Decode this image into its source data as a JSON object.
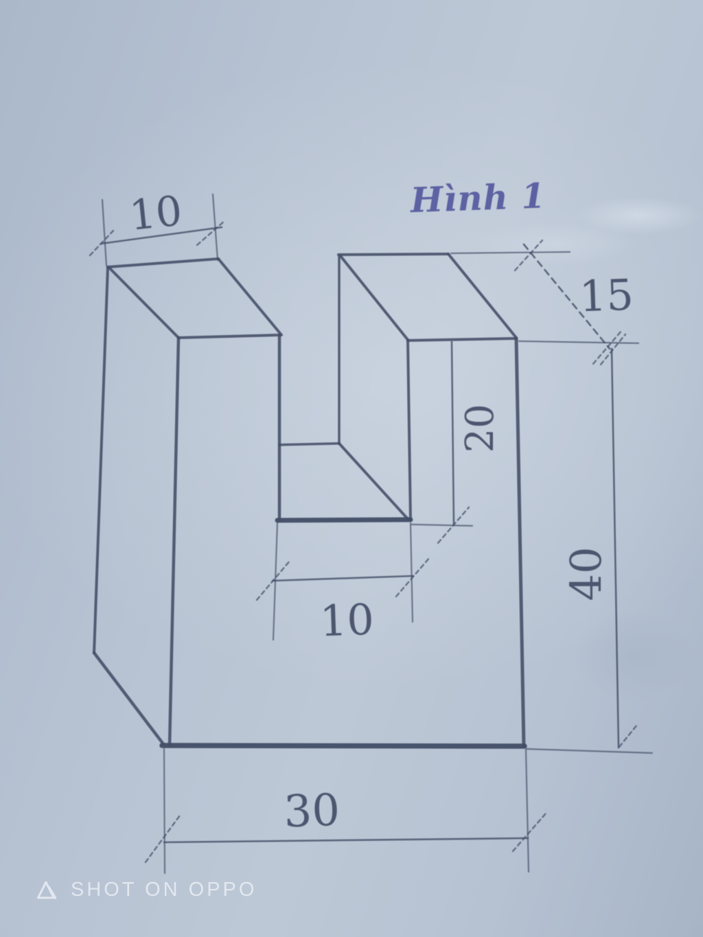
{
  "figure": {
    "title": "Hình 1",
    "dimensions": {
      "arm_top_width": "10",
      "depth": "15",
      "notch_depth": "20",
      "notch_width": "10",
      "overall_height": "40",
      "overall_width": "30"
    }
  },
  "watermark": {
    "text": "SHOT ON OPPO"
  },
  "colors": {
    "paper": "#b6c2d2",
    "ink": "#434e66",
    "handwriting_ink": "#4c5198",
    "watermark_text": "#e6ebf2"
  }
}
